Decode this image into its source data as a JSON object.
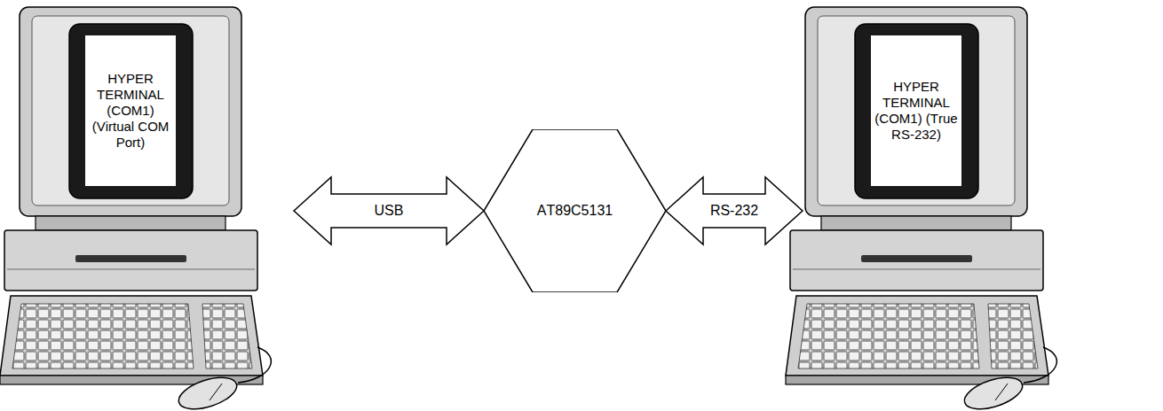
{
  "diagram": {
    "nodes": [
      {
        "text": [
          "HYPER TERMINAL (COM1) (Virtual COM Port)"
        ]
      },
      {
        "text": [
          "AT89C5131"
        ]
      },
      {
        "text": [
          "HYPER TERMINAL (COM1) (True RS-232)"
        ]
      }
    ],
    "edges": [
      {
        "from": 0,
        "to": 1,
        "arrow": "both",
        "label": "USB"
      },
      {
        "from": 1,
        "to": 2,
        "arrow": "both",
        "label": "RS-232"
      }
    ]
  }
}
